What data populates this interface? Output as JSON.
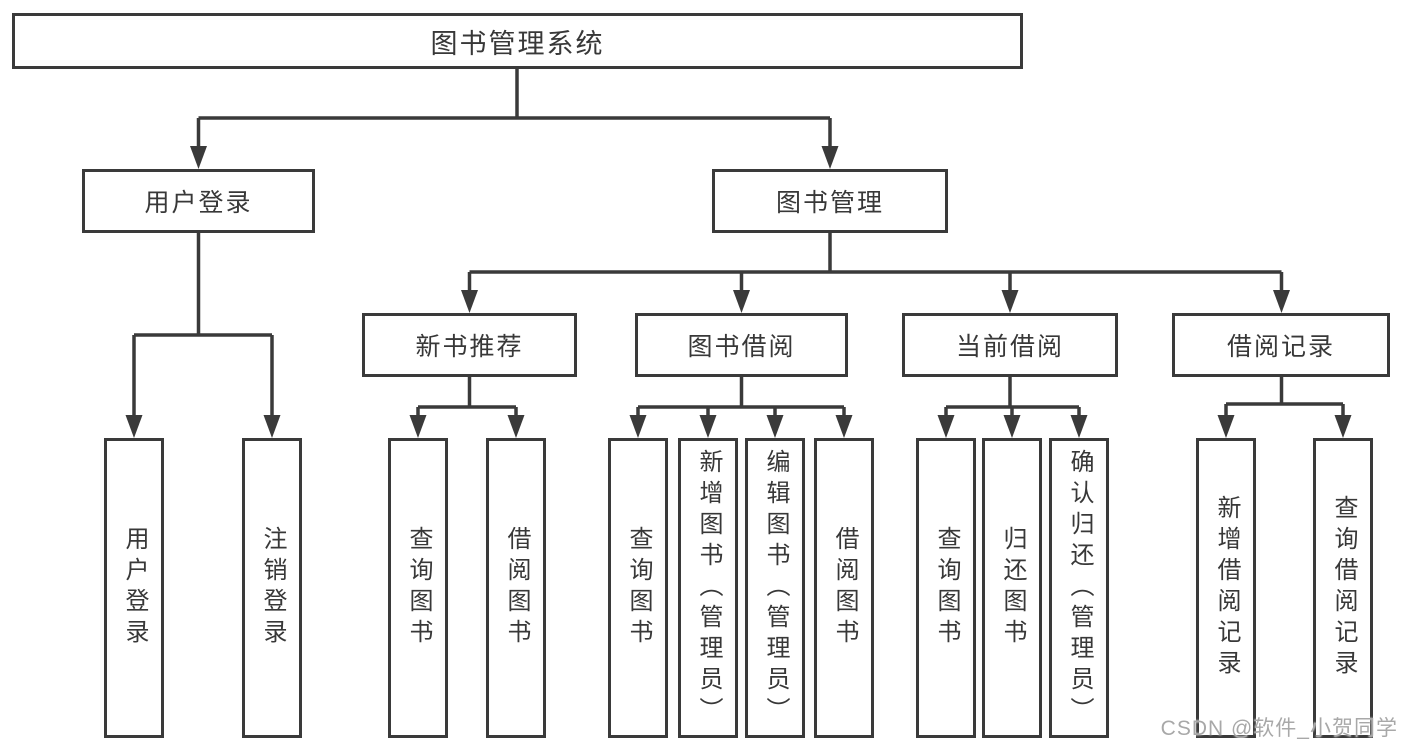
{
  "diagram": {
    "title": "图书管理系统",
    "root": {
      "label": "图书管理系统"
    },
    "branches": {
      "user": {
        "label": "用户登录",
        "children": [
          "用户登录",
          "注销登录"
        ]
      },
      "book": {
        "label": "图书管理"
      }
    },
    "book_sections": [
      {
        "label": "新书推荐",
        "children": [
          "查询图书",
          "借阅图书"
        ]
      },
      {
        "label": "图书借阅",
        "children": [
          "查询图书",
          "新增图书（管理员）",
          "编辑图书（管理员）",
          "借阅图书"
        ]
      },
      {
        "label": "当前借阅",
        "children": [
          "查询图书",
          "归还图书",
          "确认归还（管理员）"
        ]
      },
      {
        "label": "借阅记录",
        "children": [
          "新增借阅记录",
          "查询借阅记录"
        ]
      }
    ]
  },
  "watermark": {
    "text": "CSDN @软件_小贺同学"
  },
  "colors": {
    "line": "#3a3a3a",
    "box_border": "#3a3a3a",
    "box_fill": "#ffffff",
    "text": "#383838",
    "watermark": "#a8a8a8",
    "background": "#ffffff"
  }
}
